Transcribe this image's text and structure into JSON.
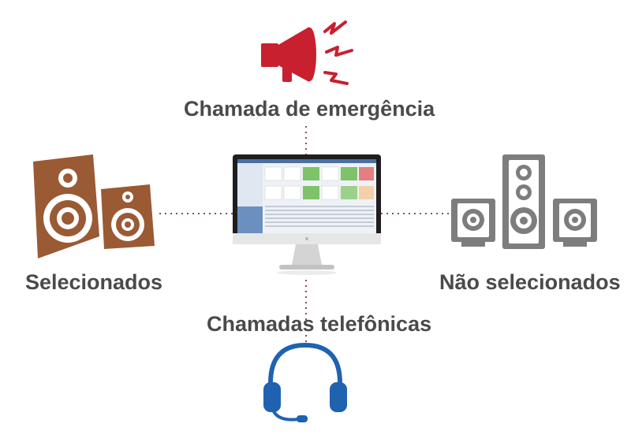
{
  "labels": {
    "emergency": "Chamada de emergência",
    "selected": "Selecionados",
    "unselected": "Não selecionados",
    "phone_calls": "Chamadas telefônicas"
  },
  "icons": {
    "emergency": "megaphone-icon",
    "selected": "speakers-brown-icon",
    "unselected": "speakers-gray-icon",
    "phone_calls": "headset-icon",
    "center": "computer-monitor-icon"
  },
  "colors": {
    "emergency": "#c8202f",
    "selected": "#9a5a34",
    "unselected": "#7d7d7d",
    "phone_calls": "#1f62b0",
    "connector": "#8a4a6a",
    "text": "#4a4a4a"
  }
}
